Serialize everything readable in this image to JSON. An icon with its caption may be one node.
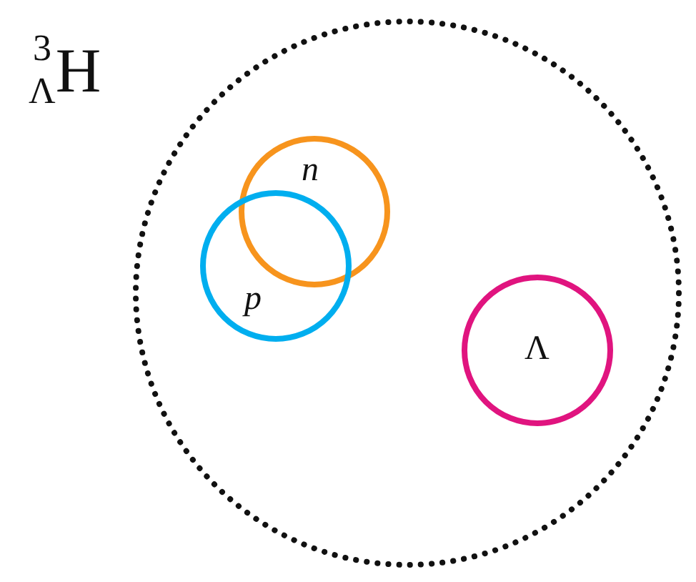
{
  "diagram": {
    "nodes": [
      {
        "text": [
          "$^{3}$$_{Λ}$H"
        ]
      },
      {
        "text": [
          "n"
        ],
        "in": 0
      },
      {
        "text": [
          "p"
        ],
        "in": 0
      },
      {
        "text": [
          "Λ"
        ],
        "in": 0
      }
    ]
  }
}
